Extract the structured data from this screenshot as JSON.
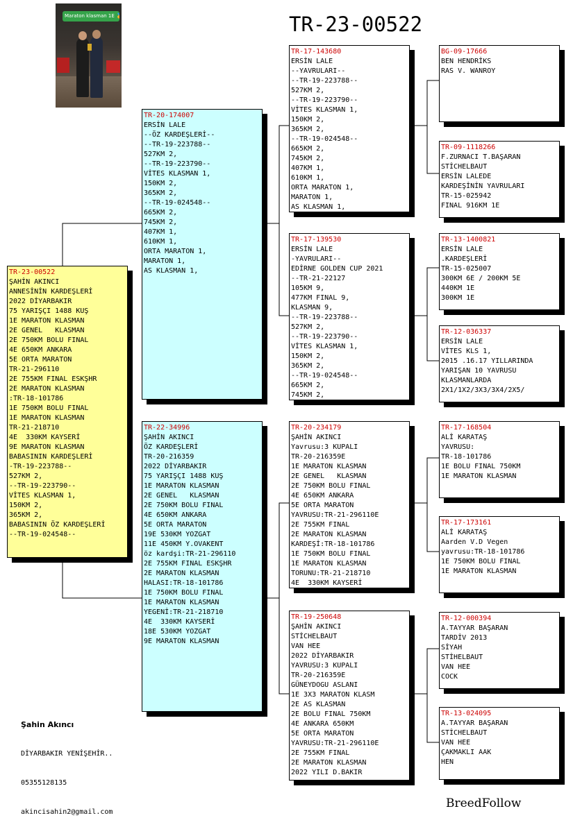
{
  "title": "TR-23-00522",
  "photo": {
    "caption": "Maraton klasman 1E 🏅 😍"
  },
  "owner": {
    "name": "Şahin Akıncı",
    "lines": [
      "DİYARBAKIR YENİŞEHİR..",
      "05355128135",
      "akincisahin2@gmail.com"
    ]
  },
  "brand": "BreedFollow",
  "pigeons": {
    "main": {
      "id": "TR-23-00522",
      "lines": [
        "ŞAHİN AKINCI",
        "ANNESİNİN KARDEŞLERİ",
        "2022 DİYARBAKIR",
        "75 YARIŞÇI 1488 KUŞ",
        "1E MARATON KLASMAN",
        "2E GENEL   KLASMAN",
        "2E 750KM BOLU FINAL",
        "4E 650KM ANKARA",
        "5E ORTA MARATON",
        "TR-21-296110",
        "2E 755KM FINAL ESKŞHR",
        "2E MARATON KLASMAN",
        ":TR-18-101786",
        "1E 750KM BOLU FINAL",
        "1E MARATON KLASMAN",
        "TR-21-218710",
        "4E  330KM KAYSERİ",
        "9E MARATON KLASMAN",
        "BABASININ KARDEŞLERİ",
        "-TR-19-223788--",
        "527KM 2,",
        "--TR-19-223790--",
        "VİTES KLASMAN 1,",
        "150KM 2,",
        "365KM 2,",
        "BABASININ ÖZ KARDEŞLERİ",
        "",
        "--TR-19-024548--"
      ]
    },
    "sire": {
      "id": "TR-20-174007",
      "lines": [
        "ERSİN LALE",
        "--ÖZ KARDEŞLERİ--",
        "--TR-19-223788--",
        "527KM 2,",
        "--TR-19-223790--",
        "VİTES KLASMAN 1,",
        "150KM 2,",
        "365KM 2,",
        "--TR-19-024548--",
        "665KM 2,",
        "745KM 2,",
        "407KM 1,",
        "610KM 1,",
        "ORTA MARATON 1,",
        "MARATON 1,",
        "AS KLASMAN 1,"
      ]
    },
    "dam": {
      "id": "TR-22-34996",
      "lines": [
        "ŞAHİN AKINCI",
        "ÖZ KARDEŞLERİ",
        "TR-20-216359",
        "2022 DİYARBAKIR",
        "75 YARIŞÇI 1488 KUŞ",
        "1E MARATON KLASMAN",
        "2E GENEL   KLASMAN",
        "2E 750KM BOLU FINAL",
        "4E 650KM ANKARA",
        "5E ORTA MARATON",
        "19E 530KM YOZGAT",
        "11E 450KM Y.OVAKENT",
        "öz kardşi:TR-21-296110",
        "2E 755KM FINAL ESKŞHR",
        "2E MARATON KLASMAN",
        "HALASI:TR-18-101786",
        "1E 750KM BOLU FINAL",
        "1E MARATON KLASMAN",
        "YEGENİ:TR-21-218710",
        "4E  330KM KAYSERİ",
        "18E 530KM YOZGAT",
        "9E MARATON KLASMAN"
      ]
    },
    "ss": {
      "id": "TR-17-143680",
      "lines": [
        "ERSİN LALE",
        "--YAVRULARI--",
        "--TR-19-223788--",
        "527KM 2,",
        "--TR-19-223790--",
        "VİTES KLASMAN 1,",
        "150KM 2,",
        "365KM 2,",
        "--TR-19-024548--",
        "665KM 2,",
        "745KM 2,",
        "407KM 1,",
        "610KM 1,",
        "ORTA MARATON 1,",
        "MARATON 1,",
        "AS KLASMAN 1,"
      ]
    },
    "sd": {
      "id": "TR-17-139530",
      "lines": [
        "ERSİN LALE",
        "-YAVRULARI--",
        "EDİRNE GOLDEN CUP 2021",
        "--TR-21-22127",
        "105KM 9,",
        "477KM FINAL 9,",
        "KLASMAN 9,",
        "--TR-19-223788--",
        "527KM 2,",
        "--TR-19-223790--",
        "VİTES KLASMAN 1,",
        "150KM 2,",
        "365KM 2,",
        "--TR-19-024548--",
        "665KM 2,",
        "745KM 2,"
      ]
    },
    "ds": {
      "id": "TR-20-234179",
      "lines": [
        "ŞAHİN AKINCI",
        "Yavrusu:3 KUPALI",
        "TR-20-216359E",
        "1E MARATON KLASMAN",
        "2E GENEL   KLASMAN",
        "2E 750KM BOLU FINAL",
        "4E 650KM ANKARA",
        "5E ORTA MARATON",
        "YAVRUSU:TR-21-296110E",
        "2E 755KM FINAL",
        "2E MARATON KLASMAN",
        "KARDEŞİ:TR-18-101786",
        "1E 750KM BOLU FINAL",
        "1E MARATON KLASMAN",
        "TORUNU:TR-21-218710",
        "4E  330KM KAYSERİ"
      ]
    },
    "dd": {
      "id": "TR-19-250648",
      "lines": [
        "ŞAHİN AKINCI",
        "STİCHELBAUT",
        "VAN HEE",
        "2022 DİYARBAKIR",
        "YAVRUSU:3 KUPALI",
        "TR-20-216359E",
        "GÜNEYDOGU ASLANI",
        "1E 3X3 MARATON KLASM",
        "2E AS KLASMAN",
        "2E BOLU FINAL 750KM",
        "4E ANKARA 650KM",
        "5E ORTA MARATON",
        "YAVRUSU:TR-21-296110E",
        "2E 755KM FINAL",
        "2E MARATON KLASMAN",
        "2022 YILI D.BAKIR"
      ]
    },
    "sss": {
      "id": "BG-09-17666",
      "lines": [
        "BEN HENDRİKS",
        "RAS V. WANROY"
      ]
    },
    "ssd": {
      "id": "TR-09-1118266",
      "lines": [
        "F.ZURNACI T.BAŞARAN",
        "STİCHELBAUT",
        "ERSİN LALEDE",
        "KARDEŞİNİN YAVRULARI",
        "TR-15-025942",
        "FINAL 916KM 1E"
      ]
    },
    "sds": {
      "id": "TR-13-1400821",
      "lines": [
        "ERSİN LALE",
        ".KARDEŞLERİ",
        "TR-15-025007",
        "300KM 6E / 200KM 5E",
        "440KM 1E",
        "300KM 1E"
      ]
    },
    "sdd": {
      "id": "TR-12-036337",
      "lines": [
        "ERSİN LALE",
        "VİTES KLS 1,",
        "2015 .16.17 YILLARINDA",
        "YARIŞAN 10 YAVRUSU",
        "KLASMANLARDA",
        "2X1/1X2/3X3/3X4/2X5/"
      ]
    },
    "dss": {
      "id": "TR-17-168504",
      "lines": [
        "ALİ KARATAŞ",
        "YAVRUSU:",
        "TR-18-101786",
        "1E BOLU FINAL 750KM",
        "1E MARATON KLASMAN"
      ]
    },
    "dsd": {
      "id": "TR-17-173161",
      "lines": [
        "ALİ KARATAŞ",
        "Aarden V.D Vegen",
        "yavrusu:TR-18-101786",
        "1E 750KM BOLU FINAL",
        "1E MARATON KLASMAN"
      ]
    },
    "dds": {
      "id": "TR-12-000394",
      "lines": [
        "A.TAYYAR BAŞARAN",
        "TARDİV 2013",
        "SİYAH",
        "STİHELBAUT",
        "VAN HEE",
        "COCK"
      ]
    },
    "ddd": {
      "id": "TR-13-024095",
      "lines": [
        "A.TAYYAR BAŞARAN",
        "STİCHELBAUT",
        "VAN HEE",
        "ÇAKMAKLI AAK",
        "HEN"
      ]
    }
  }
}
